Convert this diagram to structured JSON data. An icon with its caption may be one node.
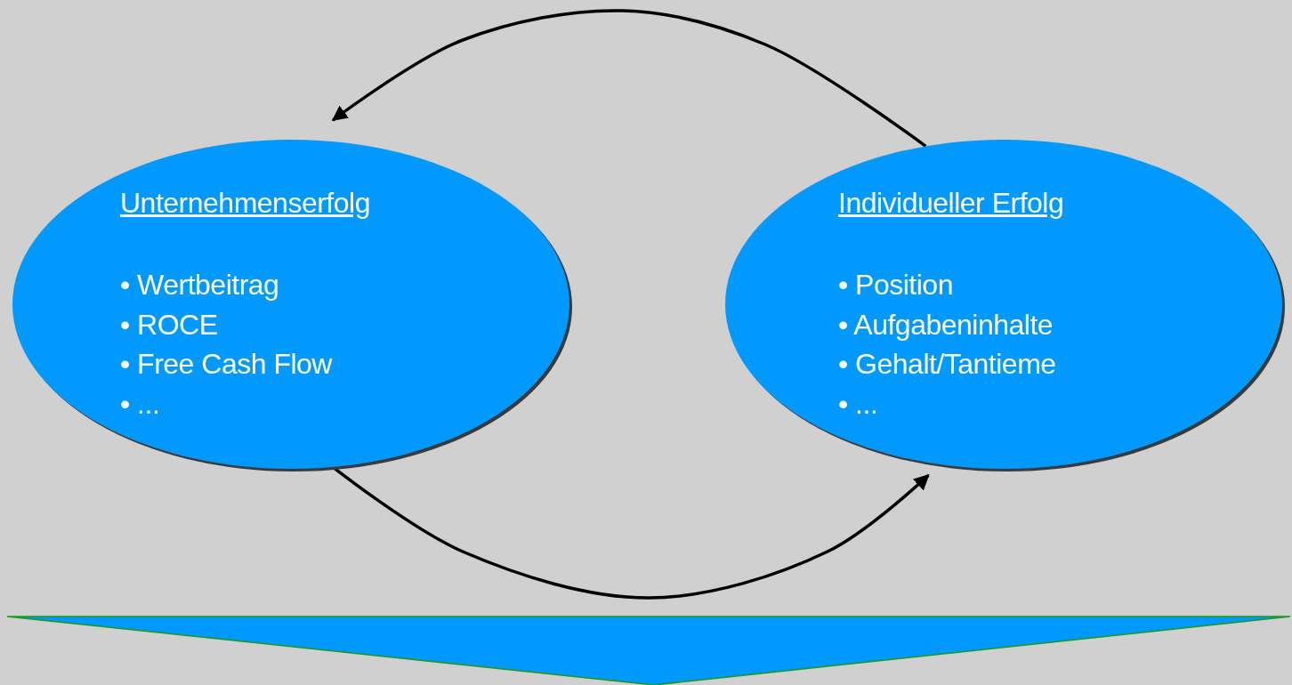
{
  "diagram": {
    "nodes": [
      {
        "text": [
          "Unternehmenserfolg",
          "• Wertbeitrag",
          "• ROCE",
          "• Free Cash Flow",
          "• ..."
        ]
      },
      {
        "text": [
          "Individueller Erfolg",
          "• Position",
          "• Aufgabeninhalte",
          "• Gehalt/Tantieme",
          "• ..."
        ]
      }
    ],
    "edges": [
      {
        "from": 1,
        "to": 0,
        "arrow": "to"
      },
      {
        "from": 0,
        "to": 1,
        "arrow": "to"
      }
    ]
  }
}
